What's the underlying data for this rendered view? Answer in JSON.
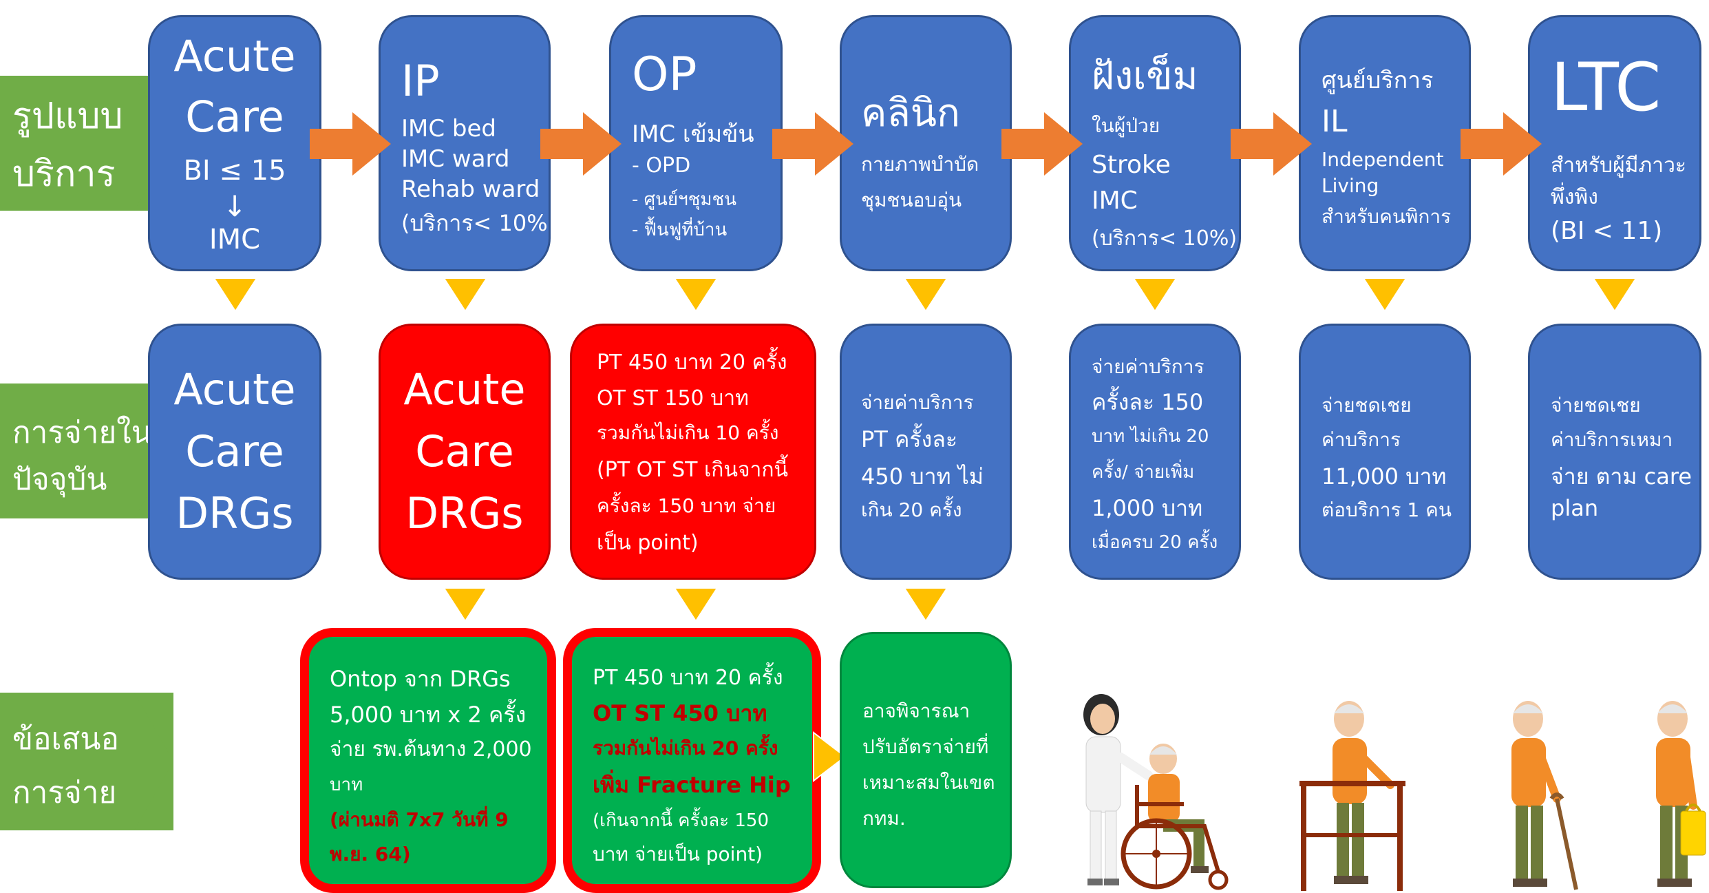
{
  "row_labels": [
    {
      "line1": "รูปแบบ",
      "line2": "บริการ"
    },
    {
      "line1": "การจ่ายใน",
      "line2": "ปัจจุบัน"
    },
    {
      "line1": "ข้อเสนอ",
      "line2": "การจ่าย"
    }
  ],
  "services": [
    {
      "title": "Acute",
      "title2": "Care",
      "line1": "BI ≤ 15",
      "arrow": "↓",
      "line2": "IMC"
    },
    {
      "title": "IP",
      "lines": [
        "IMC bed",
        "IMC ward",
        "Rehab ward",
        "(บริการ< 10%)"
      ]
    },
    {
      "title": "OP",
      "line1": "IMC เข้มข้น",
      "lines": [
        "- OPD",
        "- ศูนย์ฯชุมชน",
        "- ฟื้นฟูที่บ้าน"
      ]
    },
    {
      "title": "คลินิก",
      "lines": [
        "กายภาพบำบัด",
        "ชุมชนอบอุ่น"
      ]
    },
    {
      "title": "ฝังเข็ม",
      "line1": "ในผู้ป่วย",
      "lines": [
        "Stroke",
        "IMC",
        "(บริการ< 10%)"
      ]
    },
    {
      "title": "ศูนย์บริการ",
      "title2": "IL",
      "lines": [
        "Independent",
        "Living",
        "สำหรับคนพิการ"
      ]
    },
    {
      "title": "LTC",
      "lines": [
        "สำหรับผู้มีภาวะ",
        "พึ่งพิง",
        "(BI < 11)"
      ]
    }
  ],
  "current_payment": [
    {
      "lines": [
        "Acute",
        "Care",
        "DRGs"
      ]
    },
    {
      "lines": [
        "Acute",
        "Care",
        "DRGs"
      ]
    },
    {
      "lines": [
        "PT 450 บาท  20 ครั้ง",
        "OT ST 150 บาท",
        "รวมกันไม่เกิน 10 ครั้ง",
        "(PT OT ST เกินจากนี้",
        "ครั้งละ 150 บาท จ่าย",
        "เป็น point)"
      ]
    },
    {
      "lines": [
        "จ่ายค่าบริการ",
        "PT ครั้งละ",
        "450 บาท ไม่",
        "เกิน 20 ครั้ง"
      ]
    },
    {
      "lines": [
        "จ่ายค่าบริการ",
        "ครั้งละ 150",
        "บาท ไม่เกิน 20",
        "ครั้ง/ จ่ายเพิ่ม",
        "1,000 บาท",
        "เมื่อครบ 20 ครั้ง"
      ]
    },
    {
      "lines": [
        "จ่ายชดเชย",
        "ค่าบริการ",
        "11,000 บาท",
        "ต่อบริการ 1 คน"
      ]
    },
    {
      "lines": [
        "จ่ายชดเชย",
        "ค่าบริการเหมา",
        "จ่าย ตาม care",
        "plan"
      ]
    }
  ],
  "proposal": [
    {
      "lines": [
        "Ontop จาก DRGs",
        "5,000 บาท x 2 ครั้ง",
        "จ่าย รพ.ต้นทาง 2,000",
        "บาท"
      ],
      "red_lines": [
        "(ผ่านมติ 7x7 วันที่ 9",
        "พ.ย. 64)"
      ]
    },
    {
      "line1": "PT 450 บาท  20 ครั้ง",
      "red_lines": [
        "OT ST 450 บาท",
        "รวมกันไม่เกิน 20 ครั้ง",
        "เพิ่ม Fracture Hip"
      ],
      "lines": [
        "(เกินจากนี้ ครั้งละ 150",
        "บาท จ่ายเป็น point)"
      ]
    },
    {
      "lines": [
        "อาจพิจารณา",
        "ปรับอัตราจ่ายที่",
        "เหมาะสมในเขต",
        "กทม."
      ]
    }
  ],
  "colors": {
    "blue": "#4472C4",
    "red": "#FF0000",
    "green": "#00B050",
    "label_green": "#70AD47",
    "orange": "#ED7D31",
    "yellow": "#FFC000"
  }
}
